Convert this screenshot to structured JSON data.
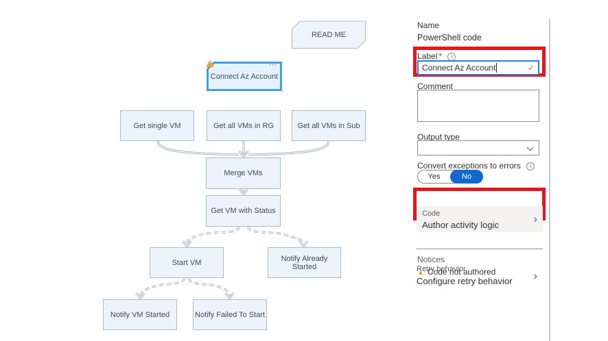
{
  "colors": {
    "highlight_red": "#e8151c",
    "selected_node_blue": "#3da0e8",
    "node_fill": "#ebf3fb",
    "node_border": "#a7bccf",
    "node_text": "#3e4a5b",
    "connector_gray": "#9fabb9",
    "toggle_blue": "#1268cd",
    "check_green": "#5fa33a",
    "warning_orange": "#ff9c07",
    "input_focus_blue": "#2b7cd3"
  },
  "diagram": {
    "nodes": {
      "read_me": "READ ME",
      "connect_az_account": "Connect Az Account",
      "get_single_vm": "Get single VM",
      "get_all_vms_in_rg": "Get all VMs in RG",
      "get_all_vms_in_sub": "Get all VMs in Sub",
      "merge_vms": "Merge VMs",
      "get_vm_with_status": "Get VM with Status",
      "start_vm": "Start VM",
      "notify_already_started": "Notify Already Started",
      "notify_vm_started": "Notify VM Started",
      "notify_failed_to_start": "Notify Failed To Start"
    },
    "connect_menu_icon": "⋯"
  },
  "panel": {
    "name_label": "Name",
    "name_value": "PowerShell code",
    "label_field": {
      "label": "Label",
      "required_marker": "*",
      "value": "Connect Az Account",
      "check_icon": "✓"
    },
    "comment_label": "Comment",
    "comment_value": "",
    "output_type_label": "Output type",
    "output_type_value": "",
    "convert_label": "Convert exceptions to errors",
    "toggle": {
      "yes": "Yes",
      "no": "No",
      "selected": "No"
    },
    "code_section": {
      "caption": "Code",
      "value": "Author activity logic",
      "chevron": "›"
    },
    "retry_section": {
      "caption": "Retry behavior",
      "value": "Configure retry behavior",
      "chevron": "›"
    },
    "notices_label": "Notices",
    "notice_warning_icon": "▲",
    "notice_text": "Code not authored"
  }
}
